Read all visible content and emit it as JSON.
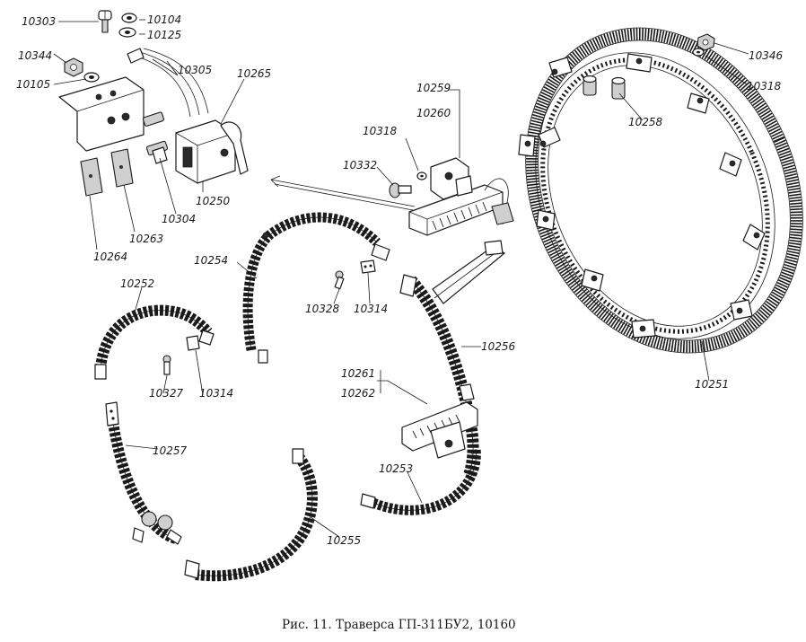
{
  "caption": "Рис. 11. Траверса ГП-311БУ2, 10160",
  "labels": {
    "l10303": "10303",
    "l10104": "10104",
    "l10125": "10125",
    "l10344": "10344",
    "l10105": "10105",
    "l10305": "10305",
    "l10265": "10265",
    "l10250": "10250",
    "l10304": "10304",
    "l10263": "10263",
    "l10264": "10264",
    "l10259": "10259",
    "l10260": "10260",
    "l10318a": "10318",
    "l10332": "10332",
    "l10254": "10254",
    "l10328": "10328",
    "l10314a": "10314",
    "l10252": "10252",
    "l10327": "10327",
    "l10314b": "10314",
    "l10256": "10256",
    "l10261": "10261",
    "l10262": "10262",
    "l10257": "10257",
    "l10253": "10253",
    "l10255": "10255",
    "l10346": "10346",
    "l10318b": "10318",
    "l10258": "10258",
    "l10251": "10251"
  }
}
